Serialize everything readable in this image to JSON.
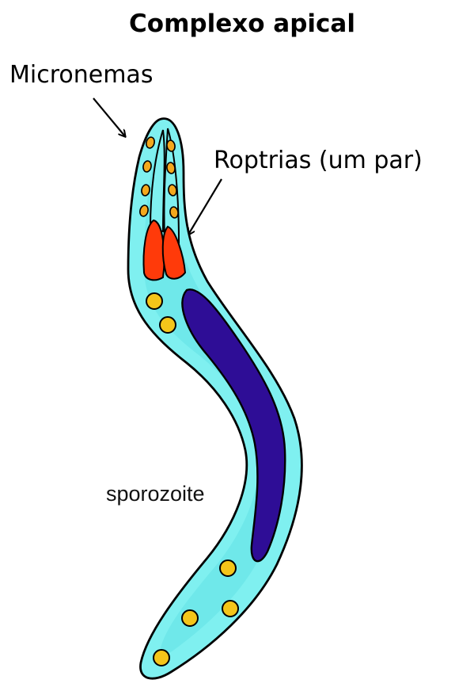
{
  "title": "Complexo apical",
  "labels": {
    "micronemas": "Micronemas",
    "roptrias": "Roptrias (um par)",
    "organism": "sporozoite"
  },
  "colors": {
    "cytoplasm": "#7ff0f0",
    "inner_band": "#45dede",
    "nucleus": "#2e0d96",
    "rhoptry": "#ff3a0a",
    "microneme": "#f4a81d",
    "dense_granule": "#f4c51a",
    "outline": "#000000"
  },
  "icons": [
    "arrow-icon",
    "arrow-icon"
  ]
}
